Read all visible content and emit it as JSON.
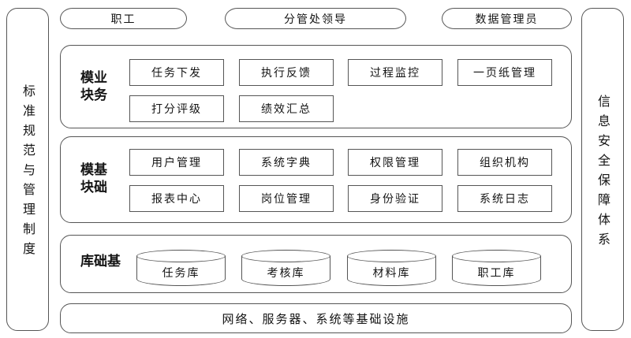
{
  "colors": {
    "border": "#555555",
    "text": "#141414",
    "background": "#ffffff"
  },
  "side_left": {
    "label": "标准规范与管理制度"
  },
  "side_right": {
    "label": "信息安全保障体系"
  },
  "actors": {
    "staff": "职工",
    "division_leader": "分管处领导",
    "data_admin": "数据管理员"
  },
  "business": {
    "label": "业务模块",
    "items": [
      "任务下发",
      "执行反馈",
      "过程监控",
      "一页纸管理",
      "打分评级",
      "绩效汇总"
    ]
  },
  "basic": {
    "label": "基础模块",
    "items": [
      "用户管理",
      "系统字典",
      "权限管理",
      "组织机构",
      "报表中心",
      "岗位管理",
      "身份验证",
      "系统日志"
    ]
  },
  "database": {
    "label": "基础库",
    "items": [
      "任务库",
      "考核库",
      "材料库",
      "职工库"
    ]
  },
  "infrastructure": {
    "label": "网络、服务器、系统等基础设施"
  }
}
